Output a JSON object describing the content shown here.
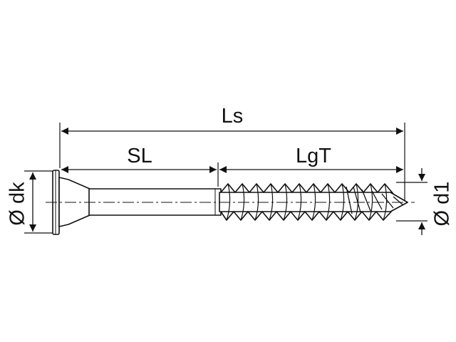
{
  "labels": {
    "overall_length": "Ls",
    "shank_length": "SL",
    "thread_length": "LgT",
    "head_diameter": "Ø dk",
    "thread_diameter": "Ø d1"
  },
  "colors": {
    "line": "#111111",
    "background": "#ffffff"
  }
}
